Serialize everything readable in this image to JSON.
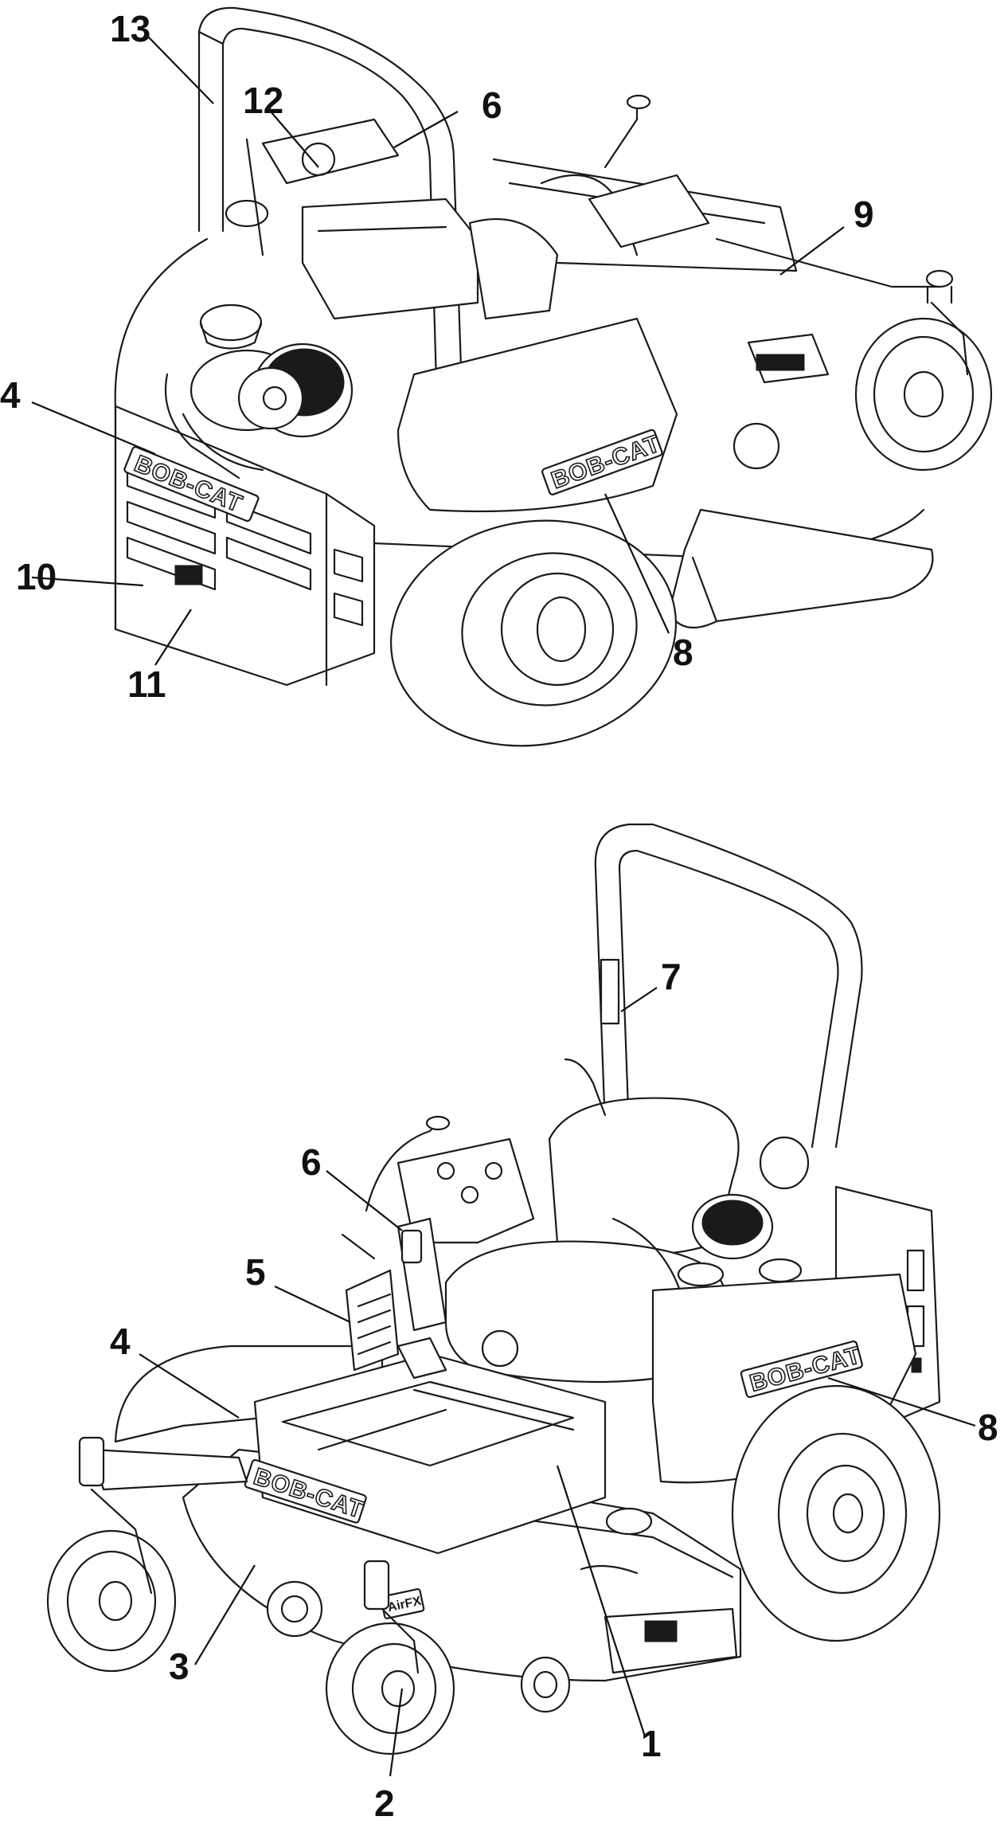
{
  "brand_text": "BOB-CAT",
  "deck_text": "AirFX",
  "views": [
    {
      "name": "rear-view",
      "callouts": [
        "13",
        "12",
        "6",
        "9",
        "4",
        "10",
        "11",
        "8"
      ]
    },
    {
      "name": "front-view",
      "callouts": [
        "7",
        "6",
        "5",
        "4",
        "8",
        "3",
        "1",
        "2"
      ]
    }
  ]
}
